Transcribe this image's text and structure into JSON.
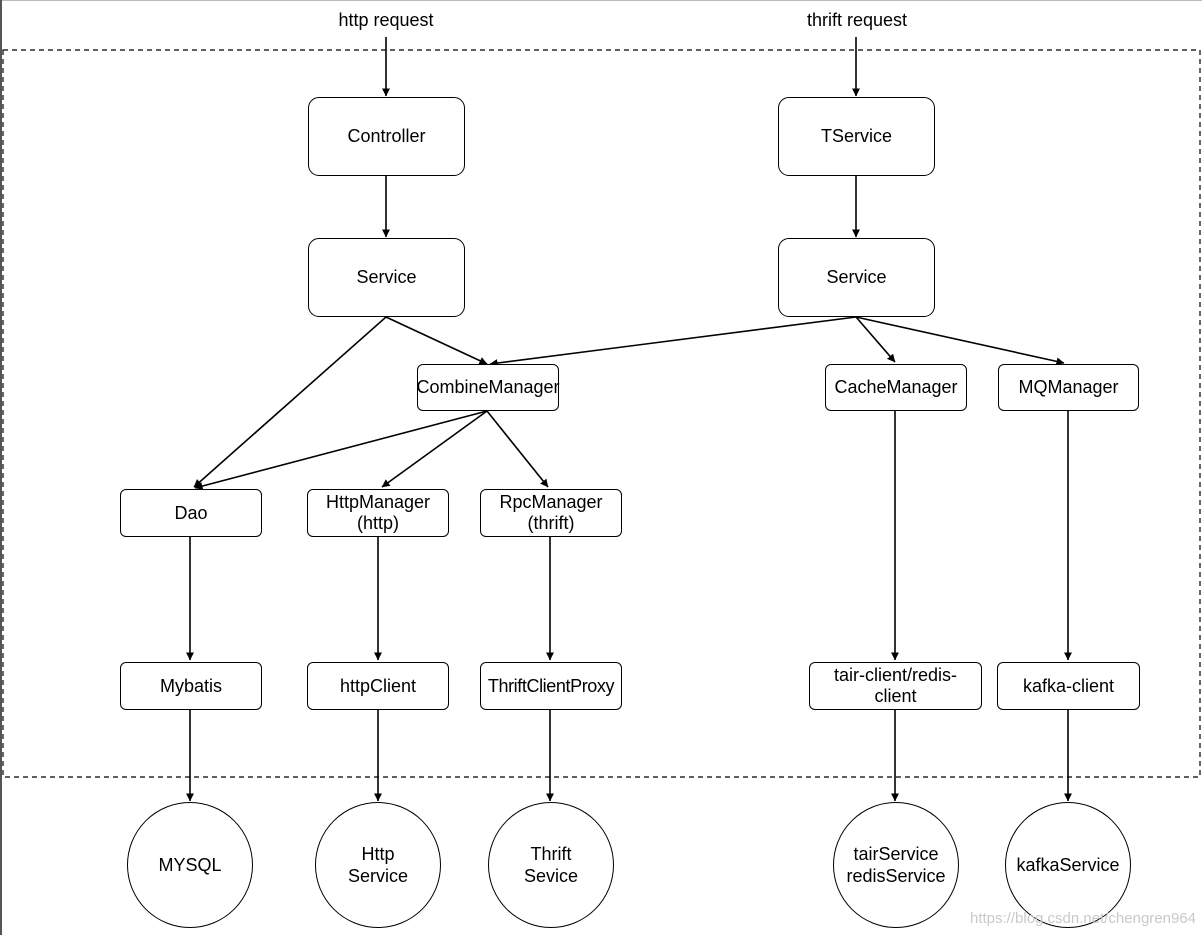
{
  "inputs": {
    "http": "http request",
    "thrift": "thrift request"
  },
  "nodes": {
    "controller": "Controller",
    "tservice": "TService",
    "service_left": "Service",
    "service_right": "Service",
    "combine_manager": "CombineManager",
    "cache_manager": "CacheManager",
    "mq_manager": "MQManager",
    "dao": "Dao",
    "http_manager": {
      "line1": "HttpManager",
      "line2": "(http)"
    },
    "rpc_manager": {
      "line1": "RpcManager",
      "line2": "(thrift)"
    },
    "mybatis": "Mybatis",
    "http_client": "httpClient",
    "thrift_client_proxy": "ThriftClientProxy",
    "tair_client": {
      "line1": "tair-client/redis-",
      "line2": "client"
    },
    "kafka_client": "kafka-client"
  },
  "externals": {
    "mysql": "MYSQL",
    "http_service": {
      "line1": "Http",
      "line2": "Service"
    },
    "thrift_service": {
      "line1": "Thrift",
      "line2": "Sevice"
    },
    "tair_service": {
      "line1": "tairService",
      "line2": "redisService"
    },
    "kafka_service": "kafkaService"
  },
  "watermark": "https://blog.csdn.net/chengren964"
}
